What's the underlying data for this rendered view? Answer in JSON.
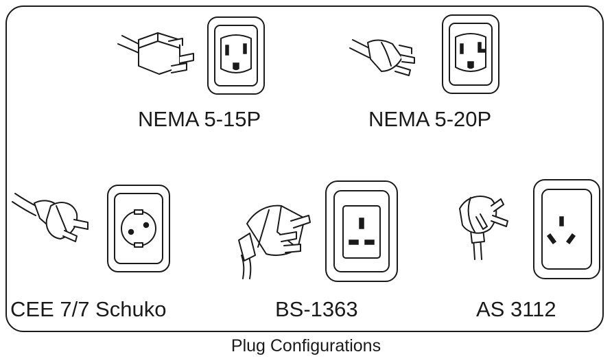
{
  "title": "Plug Configurations",
  "plugs": [
    {
      "id": "nema-5-15p",
      "label": "NEMA 5-15P"
    },
    {
      "id": "nema-5-20p",
      "label": "NEMA 5-20P"
    },
    {
      "id": "cee-7-7",
      "label": "CEE 7/7 Schuko"
    },
    {
      "id": "bs-1363",
      "label": "BS-1363"
    },
    {
      "id": "as-3112",
      "label": "AS 3112"
    }
  ]
}
